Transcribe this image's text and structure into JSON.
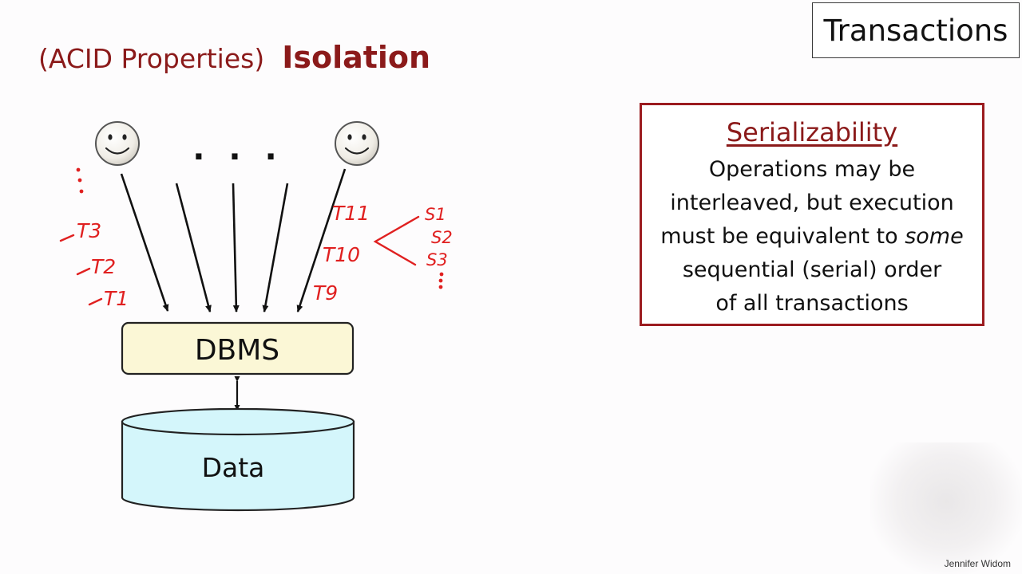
{
  "topic": "Transactions",
  "heading": {
    "prefix": "(ACID Properties)",
    "title": "Isolation"
  },
  "diagram": {
    "ellipsis": ". . .",
    "dbms_label": "DBMS",
    "data_label": "Data"
  },
  "annotations": {
    "left": [
      "T3",
      "T2",
      "T1"
    ],
    "right": [
      "T11",
      "T10",
      "T9"
    ],
    "schedules": [
      "S1",
      "S2",
      "S3"
    ]
  },
  "concept": {
    "title": "Serializability",
    "line1": "Operations may be",
    "line2": "interleaved, but execution",
    "line3_pre": "must be equivalent to ",
    "line3_em": "some",
    "line4": "sequential (serial) order",
    "line5": "of all transactions"
  },
  "credit": "Jennifer Widom",
  "colors": {
    "heading": "#8b1a1a",
    "annotation": "#e02020",
    "dbms_fill": "#fbf7d6",
    "data_fill": "#d4f6fb"
  }
}
